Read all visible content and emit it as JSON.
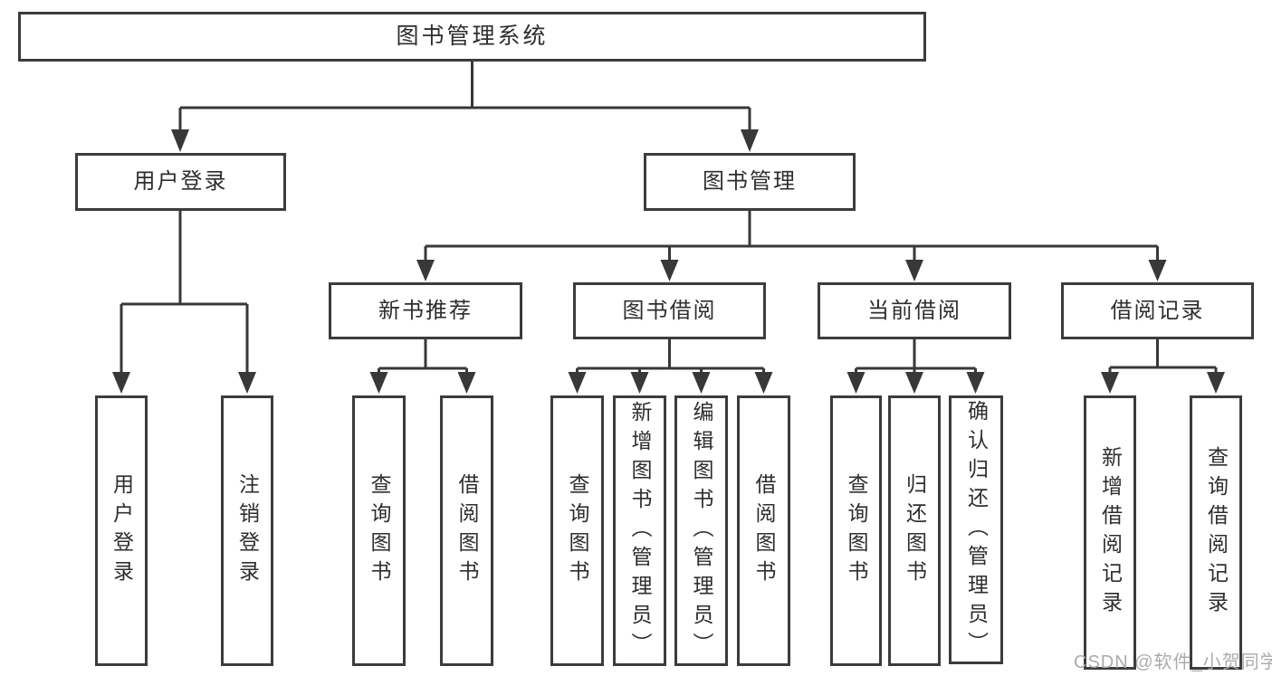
{
  "root": {
    "label": "图书管理系统"
  },
  "level2": [
    {
      "key": "user-login",
      "label": "用户登录"
    },
    {
      "key": "book-management",
      "label": "图书管理"
    }
  ],
  "level3": [
    {
      "key": "new-book-recommend",
      "parent": "图书管理",
      "label": "新书推荐"
    },
    {
      "key": "book-borrow",
      "parent": "图书管理",
      "label": "图书借阅"
    },
    {
      "key": "current-borrow",
      "parent": "图书管理",
      "label": "当前借阅"
    },
    {
      "key": "borrow-record",
      "parent": "图书管理",
      "label": "借阅记录"
    }
  ],
  "leaves": [
    {
      "parent": "用户登录",
      "label": "用户登录"
    },
    {
      "parent": "用户登录",
      "label": "注销登录"
    },
    {
      "parent": "新书推荐",
      "label": "查询图书"
    },
    {
      "parent": "新书推荐",
      "label": "借阅图书"
    },
    {
      "parent": "图书借阅",
      "label": "查询图书"
    },
    {
      "parent": "图书借阅",
      "label": "新增图书（管理员）"
    },
    {
      "parent": "图书借阅",
      "label": "编辑图书（管理员）"
    },
    {
      "parent": "图书借阅",
      "label": "借阅图书"
    },
    {
      "parent": "当前借阅",
      "label": "查询图书"
    },
    {
      "parent": "当前借阅",
      "label": "归还图书"
    },
    {
      "parent": "当前借阅",
      "label": "确认归还（管理员）"
    },
    {
      "parent": "借阅记录",
      "label": "新增借阅记录"
    },
    {
      "parent": "借阅记录",
      "label": "查询借阅记录"
    }
  ],
  "watermark": {
    "text": "CSDN @软件_小贺同学"
  },
  "colors": {
    "line": "#383838",
    "box_border": "#3c3c3c",
    "box_fill": "#ffffff",
    "text": "#2e2e2e",
    "watermark_text": "#a6a6a6",
    "background": "#ffffff"
  }
}
